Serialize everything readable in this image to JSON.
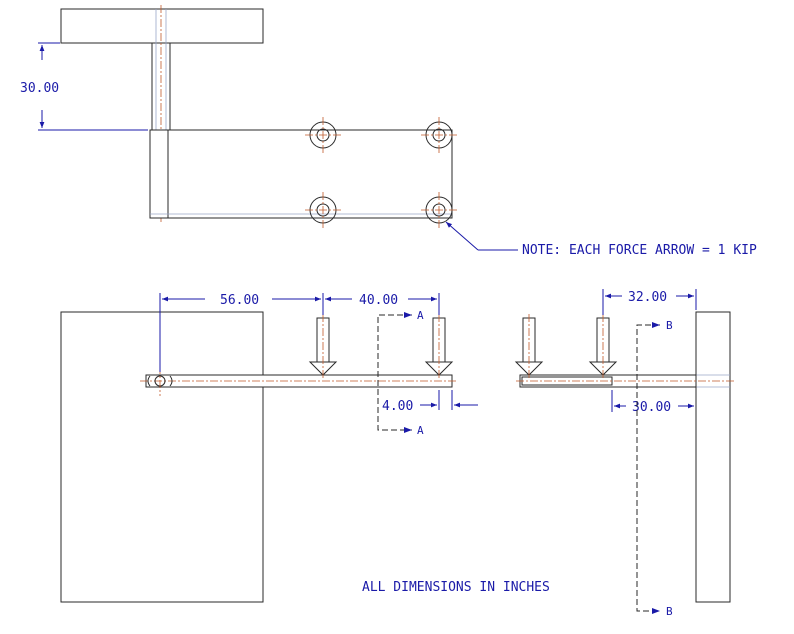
{
  "drawing": {
    "top_view": {
      "dimension": "30.00"
    },
    "note": "NOTE: EACH FORCE ARROW = 1 KIP",
    "front_view": {
      "dim_span_1": "56.00",
      "dim_span_2": "40.00",
      "dim_offset": "4.00",
      "section_label_top": "A",
      "section_label_bottom": "A"
    },
    "side_view": {
      "dim_top": "32.00",
      "dim_bottom": "30.00",
      "section_label_top": "B",
      "section_label_bottom": "B"
    },
    "footer_note": "ALL DIMENSIONS IN INCHES"
  },
  "colors": {
    "dimension": "#1a1aa8",
    "centerline": "#c05a2a",
    "object": "#2a2a2a",
    "hidden": "#9aa6c8"
  }
}
